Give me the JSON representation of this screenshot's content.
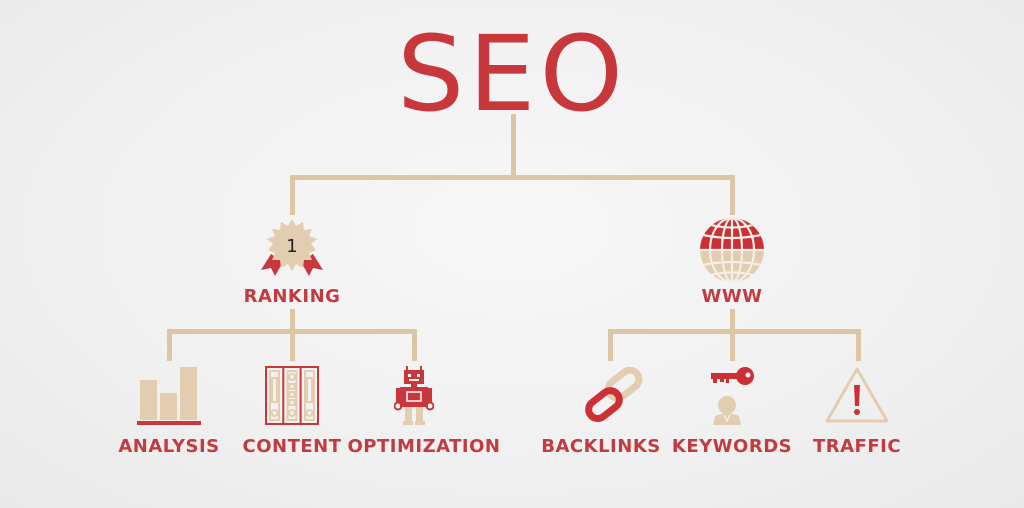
{
  "title": "SEO",
  "colors": {
    "accent_red": "#c8373c",
    "beige": "#e3cdb0",
    "connector": "#dcc6a6",
    "background": "#f1f1f1"
  },
  "branches": [
    {
      "label": "RANKING",
      "icon": "award-badge-icon",
      "badge_number": "1",
      "children": [
        {
          "label": "ANALYSIS",
          "icon": "bar-chart-icon"
        },
        {
          "label": "CONTENT",
          "icon": "binders-icon"
        },
        {
          "label": "OPTIMIZATION",
          "icon": "robot-icon"
        }
      ]
    },
    {
      "label": "WWW",
      "icon": "globe-icon",
      "children": [
        {
          "label": "BACKLINKS",
          "icon": "chain-link-icon"
        },
        {
          "label": "KEYWORDS",
          "icon": "key-person-icon"
        },
        {
          "label": "TRAFFIC",
          "icon": "warning-triangle-icon"
        }
      ]
    }
  ]
}
